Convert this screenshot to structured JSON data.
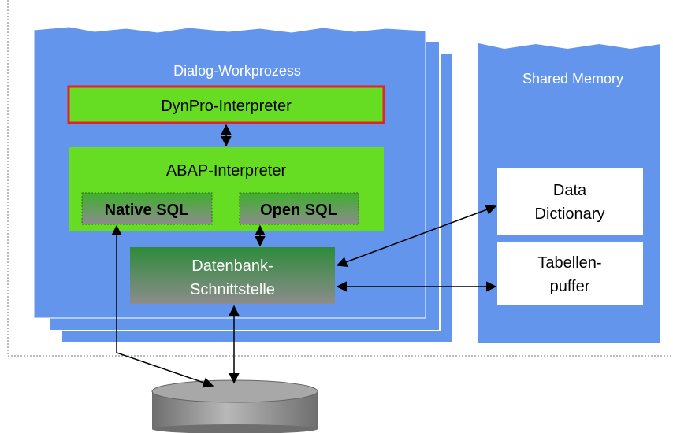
{
  "diagram": {
    "workprocess_label": "Dialog-Workprozess",
    "shared_memory_label": "Shared Memory",
    "dynpro_label": "DynPro-Interpreter",
    "abap_label": "ABAP-Interpreter",
    "native_sql_label": "Native SQL",
    "open_sql_label": "Open SQL",
    "db_interface_line1": "Datenbank-",
    "db_interface_line2": "Schnittstelle",
    "data_dictionary_line1": "Data",
    "data_dictionary_line2": "Dictionary",
    "table_buffer_line1": "Tabellen-",
    "table_buffer_line2": "puffer"
  },
  "colors": {
    "process_blue": "#6495ED",
    "green": "#66DD22",
    "red_border": "#E8202A",
    "dark_green": "#2E8B3A",
    "gray": "#8C8C8C"
  }
}
